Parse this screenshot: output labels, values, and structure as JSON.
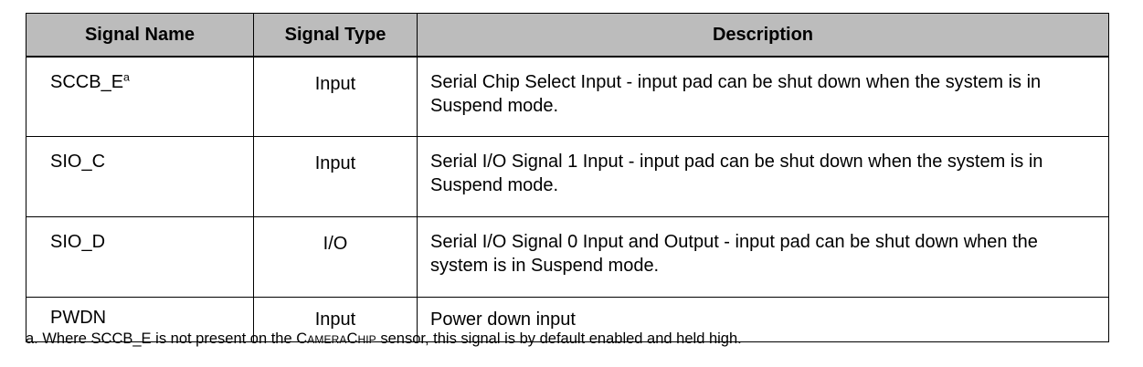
{
  "table": {
    "columns": [
      {
        "key": "signal_name",
        "label": "Signal Name"
      },
      {
        "key": "signal_type",
        "label": "Signal Type"
      },
      {
        "key": "description",
        "label": "Description"
      }
    ],
    "header_background": "#bcbcbc",
    "border_color": "#000000",
    "rows": [
      {
        "signal_name": "SCCB_E",
        "signal_name_footnote": "a",
        "signal_type": "Input",
        "description": "Serial Chip Select Input - input pad can be shut down when the system is in Suspend mode."
      },
      {
        "signal_name": "SIO_C",
        "signal_name_footnote": "",
        "signal_type": "Input",
        "description": "Serial I/O Signal 1 Input - input pad can be shut down when the system is in Suspend mode."
      },
      {
        "signal_name": "SIO_D",
        "signal_name_footnote": "",
        "signal_type": "I/O",
        "description": "Serial I/O Signal 0 Input and Output - input pad can be shut down when the system is in Suspend mode."
      },
      {
        "signal_name": "PWDN",
        "signal_name_footnote": "",
        "signal_type": "Input",
        "description": "Power down input"
      }
    ]
  },
  "footnote": {
    "marker": "a.",
    "text_before": "Where SCCB_E is not present on the",
    "smallcaps_term": "CameraChip",
    "text_after": "sensor, this signal is by default enabled and held high."
  }
}
